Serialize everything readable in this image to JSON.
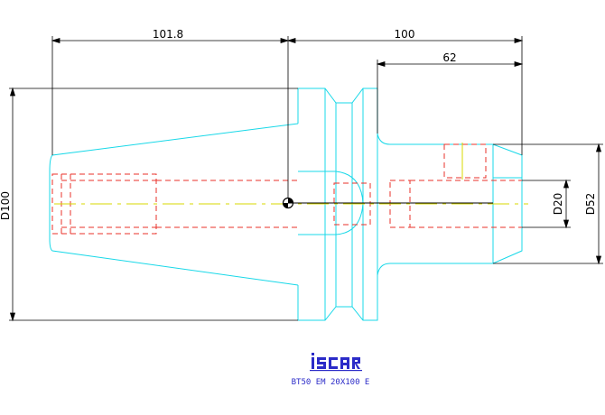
{
  "dimensions": {
    "total_length": "101.8",
    "shank_length": "100",
    "bore_depth": "62",
    "flange_diameter": "D100",
    "bore_diameter": "D20",
    "shank_diameter": "D52"
  },
  "caption": {
    "part_designation": "BT50 EM 20X100 E",
    "logo": "iscar"
  },
  "colors": {
    "outline": "#18d8e8",
    "hidden": "#e8302a",
    "centerline": "#d8d800",
    "dimension": "#000000",
    "caption": "#2b2bc8"
  }
}
